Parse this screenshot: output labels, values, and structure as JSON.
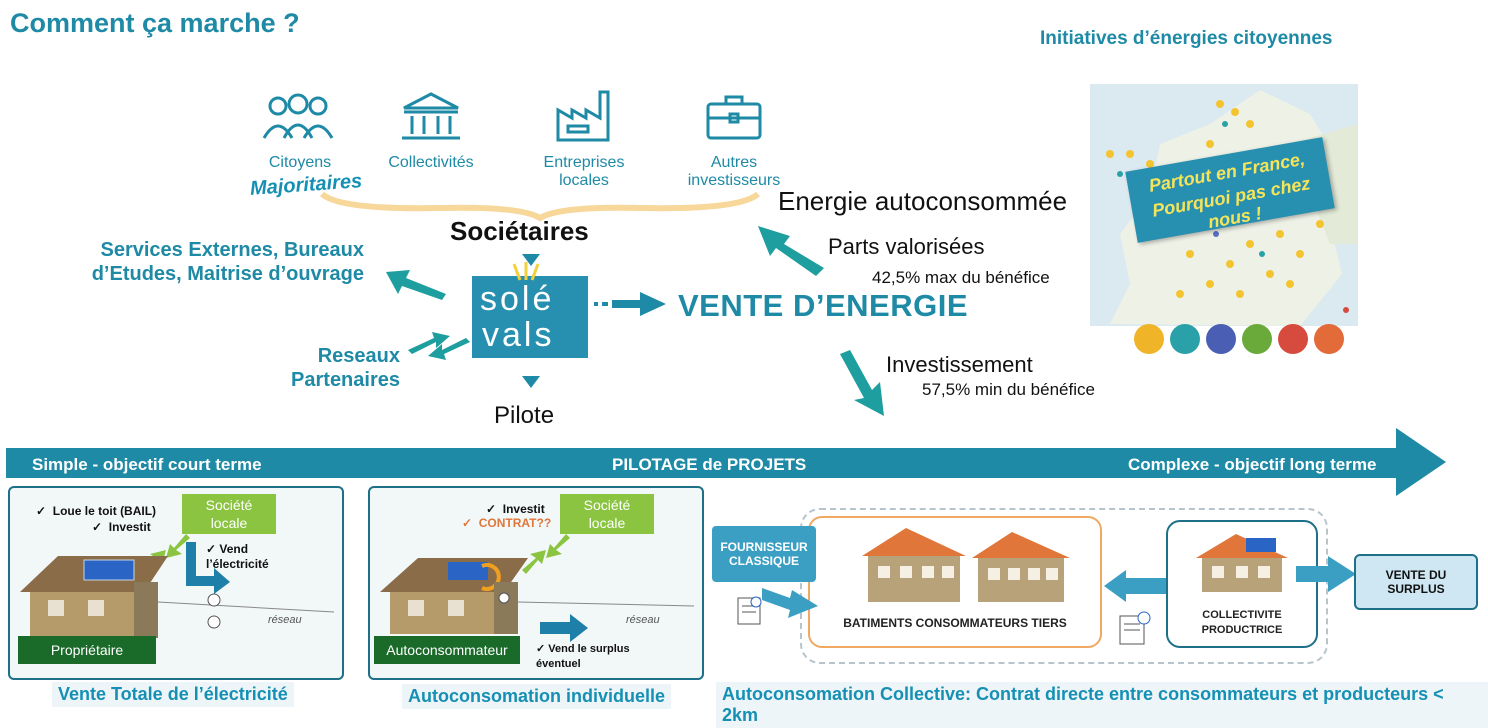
{
  "title": "Comment ça marche ?",
  "map_title": "Initiatives d’énergies citoyennes",
  "map_banner": {
    "line1": "Partout en France,",
    "line2": "Pourquoi pas chez nous !"
  },
  "stakeholders": [
    {
      "icon": "people-icon",
      "label": "Citoyens"
    },
    {
      "icon": "building-columns-icon",
      "label": "Collectivités"
    },
    {
      "icon": "factory-icon",
      "label": "Entreprises\nlocales"
    },
    {
      "icon": "briefcase-icon",
      "label": "Autres\ninvestisseurs"
    }
  ],
  "majoritaires": "Majoritaires",
  "societaires": "Sociétaires",
  "logo": {
    "line1": "solé",
    "line2": "vals"
  },
  "services": "Services Externes, Bureaux\nd’Etudes, Maitrise d’ouvrage",
  "reseaux": "Reseaux\nPartenaires",
  "pilote": "Pilote",
  "vente_energie": "VENTE D’ENERGIE",
  "energie_auto": "Energie autoconsommée",
  "parts": "Parts valorisées",
  "parts_pct": "42,5% max du bénéfice",
  "investissement": "Investissement",
  "invest_pct": "57,5% min du bénéfice",
  "banner": {
    "left": "Simple -  objectif court terme",
    "center": "PILOTAGE de PROJETS",
    "right": "Complexe - objectif long terme"
  },
  "panel1": {
    "check1": "Loue le toit (BAIL)",
    "check2": "Investit",
    "societe": "Société\nlocale",
    "vend": "Vend\nl’électricité",
    "reseau": "réseau",
    "owner": "Propriétaire",
    "caption": "Vente Totale de l’électricité"
  },
  "panel2": {
    "check1": "Investit",
    "check2": "CONTRAT??",
    "societe": "Société\nlocale",
    "reseau": "réseau",
    "owner": "Autoconsommateur",
    "surplus": "Vend le surplus\néventuel",
    "caption": "Autoconsomation individuelle"
  },
  "panel3": {
    "fournisseur": "FOURNISSEUR\nCLASSIQUE",
    "batiments": "BATIMENTS CONSOMMATEURS TIERS",
    "collectivite": "COLLECTIVITE\nPRODUCTRICE",
    "vente_surplus": "VENTE DU\nSURPLUS",
    "caption": "Autoconsomation Collective:  Contrat directe entre consommateurs et producteurs < 2km"
  },
  "colors": {
    "teal": "#1e8aa6",
    "green": "#8ac440",
    "dark_green": "#1a6b2a",
    "orange": "#e0763a"
  }
}
